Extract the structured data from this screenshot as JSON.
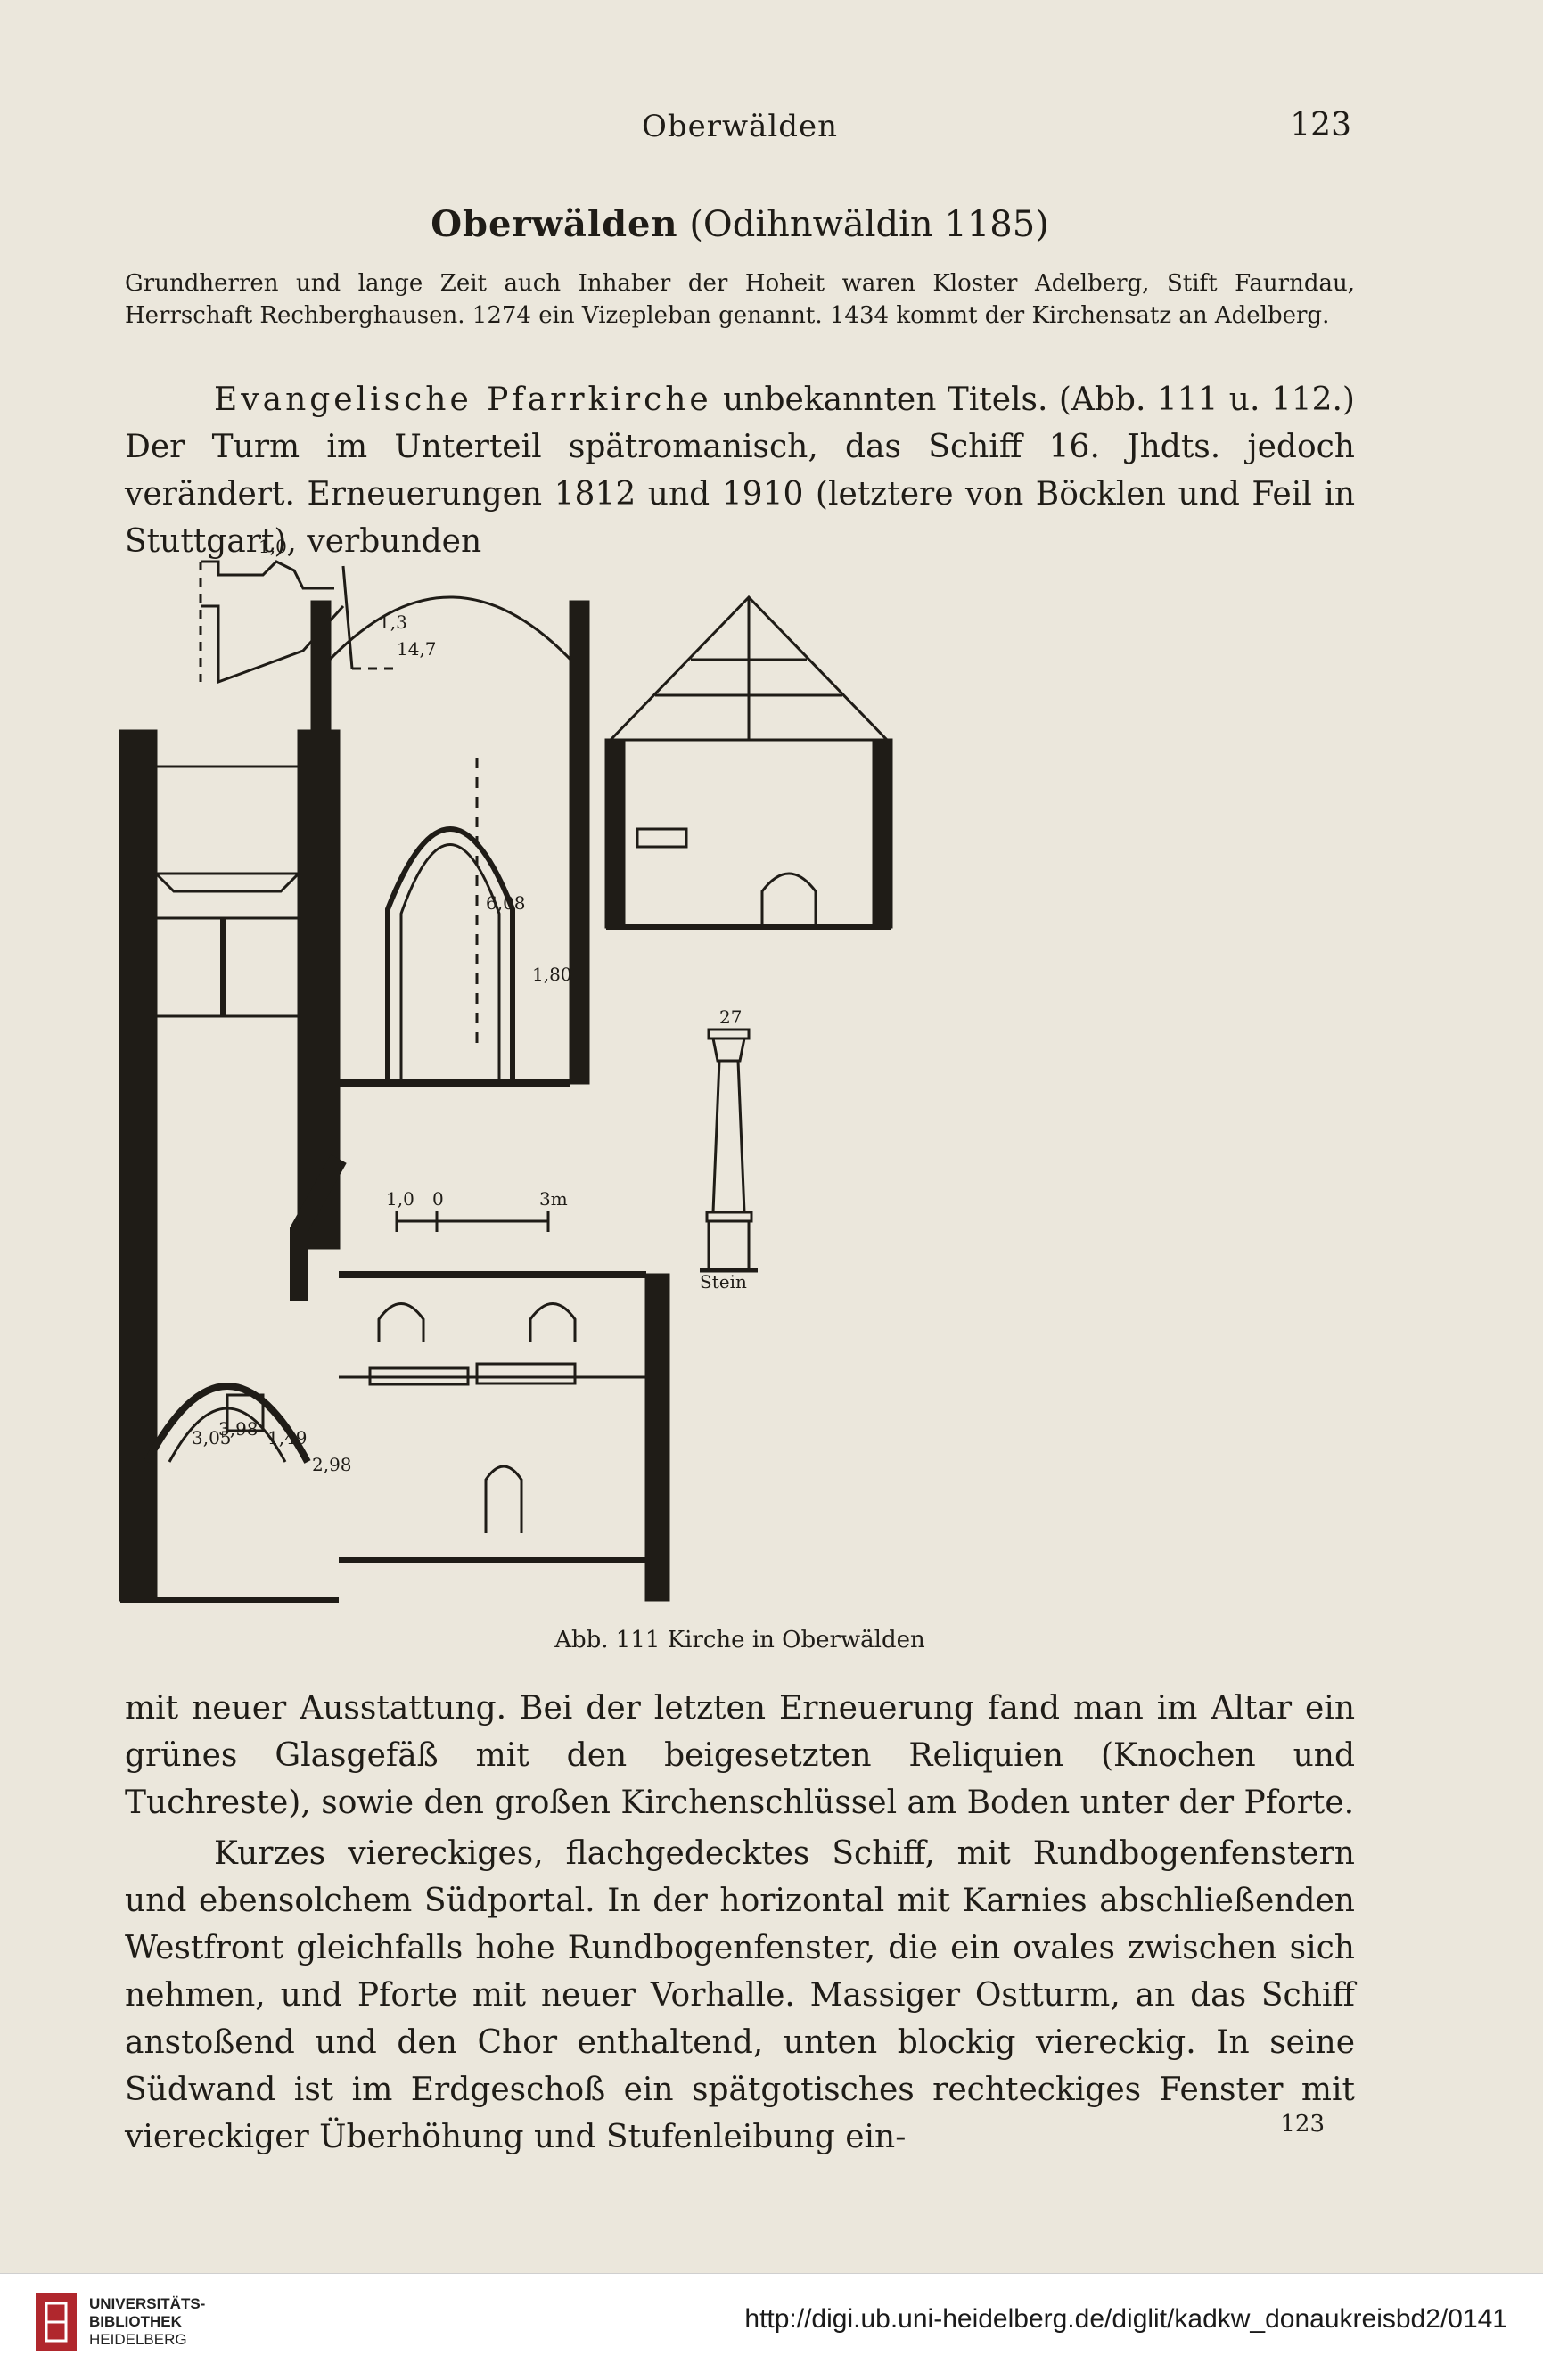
{
  "header": {
    "running_head": "Oberwälden",
    "page_number": "123"
  },
  "section": {
    "title_fraktur": "Oberwälden",
    "title_roman": "(Odihnwäldin 1185)"
  },
  "intro": "Grundherren und lange Zeit auch Inhaber der Hoheit waren Kloster Adelberg, Stift Faurndau, Herrschaft Rechberghausen. 1274 ein Vizepleban genannt. 1434 kommt der Kirchensatz an Adelberg.",
  "para1": {
    "lead": "Evangelische Pfarrkirche",
    "rest": " unbekannten Titels. (Abb. 111 u. 112.) Der Turm im Unterteil spätromanisch, das Schiff 16. Jhdts. jedoch verändert. Erneuerungen 1812 und 1910 (letztere von Böcklen und Feil in Stuttgart), verbunden"
  },
  "figure": {
    "caption": "Abb. 111 Kirche in Oberwälden",
    "labels": {
      "m1": "1,0",
      "m2": "1,3",
      "m3": "14,7",
      "h608": "6,08",
      "h180": "1,80",
      "h305": "3,05",
      "h398": "3,98",
      "h149": "1,49",
      "h298": "2,98",
      "w27": "27",
      "stein": "Stein",
      "scale0": "1,0",
      "scale1": "0",
      "scale3": "3m"
    }
  },
  "para2": "mit neuer Ausstattung. Bei der letzten Erneuerung fand man im Altar ein grünes Glasgefäß mit den beigesetzten Reliquien (Knochen und Tuchreste), sowie den großen Kirchenschlüssel am Boden unter der Pforte.",
  "para3": "Kurzes viereckiges, flachgedecktes Schiff, mit Rundbogenfenstern und ebensolchem Südportal. In der horizontal mit Karnies abschließenden Westfront gleichfalls hohe Rundbogenfenster, die ein ovales zwischen sich nehmen, und Pforte mit neuer Vorhalle. Massiger Ostturm, an das Schiff anstoßend und den Chor enthaltend, unten blockig viereckig. In seine Südwand ist im Erdgeschoß ein spätgotisches rechteckiges Fenster mit viereckiger Überhöhung und Stufenleibung ein-",
  "footer": {
    "page_number": "123",
    "institution_line1": "UNIVERSITÄTS-",
    "institution_line2": "BIBLIOTHEK",
    "institution_line3": "HEIDELBERG",
    "url": "http://digi.ub.uni-heidelberg.de/diglit/kadkw_donaukreisbd2/0141"
  }
}
